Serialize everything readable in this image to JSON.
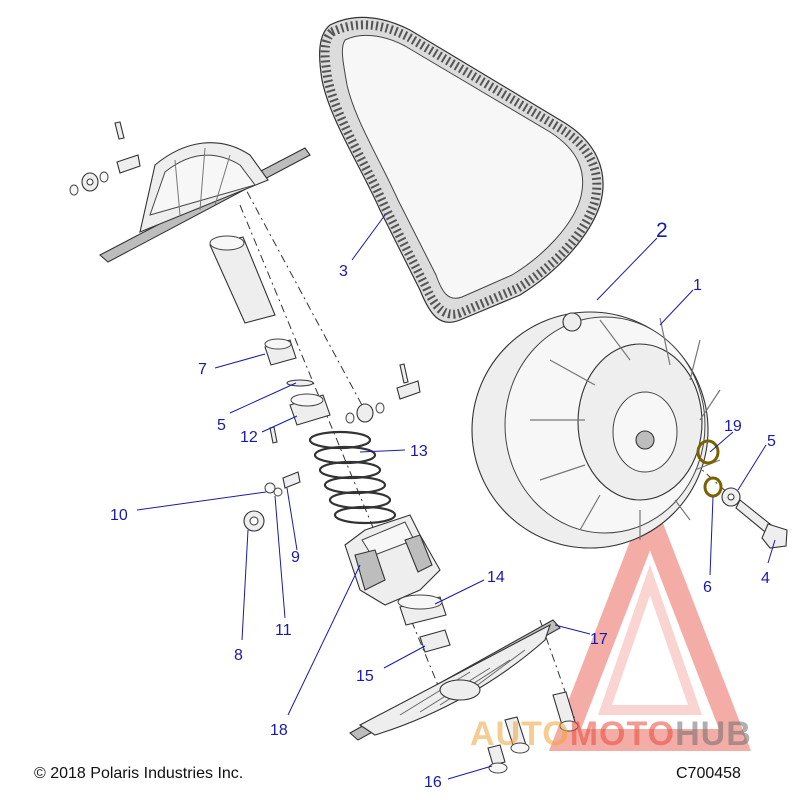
{
  "diagram": {
    "callouts": [
      {
        "id": "1",
        "text": "1"
      },
      {
        "id": "2",
        "text": "2"
      },
      {
        "id": "3",
        "text": "3"
      },
      {
        "id": "4",
        "text": "4"
      },
      {
        "id": "5a",
        "text": "5"
      },
      {
        "id": "5b",
        "text": "5"
      },
      {
        "id": "6",
        "text": "6"
      },
      {
        "id": "7",
        "text": "7"
      },
      {
        "id": "8",
        "text": "8"
      },
      {
        "id": "9",
        "text": "9"
      },
      {
        "id": "10",
        "text": "10"
      },
      {
        "id": "11",
        "text": "11"
      },
      {
        "id": "12",
        "text": "12"
      },
      {
        "id": "13",
        "text": "13"
      },
      {
        "id": "14",
        "text": "14"
      },
      {
        "id": "15",
        "text": "15"
      },
      {
        "id": "16",
        "text": "16"
      },
      {
        "id": "17",
        "text": "17"
      },
      {
        "id": "18",
        "text": "18"
      },
      {
        "id": "19",
        "text": "19"
      }
    ],
    "callout_color": "#1a1aa8",
    "copyright": "© 2018 Polaris Industries Inc.",
    "drawing_code": "C700458"
  },
  "watermark": {
    "part_a": "AUTO",
    "part_b": "MOTO",
    "part_c": "HUB",
    "colors": {
      "orange": "#f0a338",
      "red": "#e84a3c",
      "gray": "#6e6e6e"
    }
  }
}
